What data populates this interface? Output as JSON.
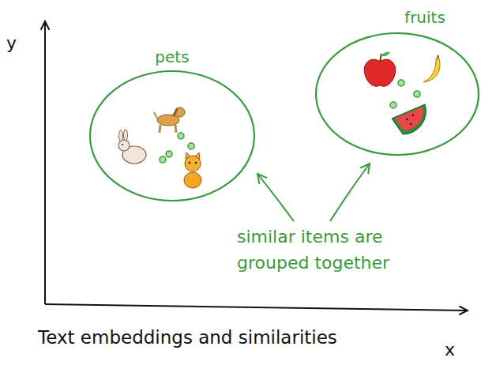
{
  "diagram": {
    "caption": "Text embeddings and similarities",
    "nodes": [
      {
        "text": [
          "pets"
        ]
      },
      {
        "text": [
          "fruits"
        ]
      }
    ],
    "labels": [
      "y",
      "x",
      "similar items are grouped together"
    ]
  }
}
